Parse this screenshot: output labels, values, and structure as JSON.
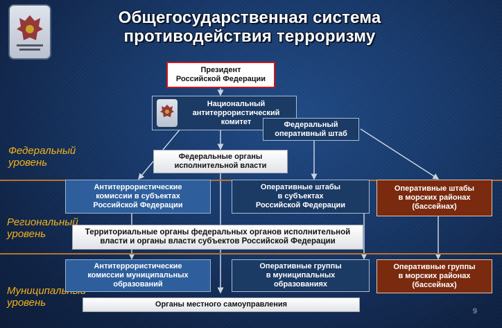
{
  "title": {
    "line1": "Общегосударственная система",
    "line2": "противодействия терроризму"
  },
  "levels": {
    "federal": [
      "Федеральный",
      "уровень"
    ],
    "regional": [
      "Региональный",
      "уровень"
    ],
    "municipal": [
      "Муниципальный",
      "уровень"
    ]
  },
  "boxes": {
    "president": [
      "Президент",
      "Российской Федерации"
    ],
    "nak": [
      "Национальный",
      "антитеррористический",
      "комитет"
    ],
    "fos": [
      "Федеральный",
      "оперативный штаб"
    ],
    "foiv": [
      "Федеральные органы",
      "исполнительной власти"
    ],
    "atk_subjects": [
      "Антитеррористические",
      "комиссии в субъектах",
      "Российской Федерации"
    ],
    "os_subjects": [
      "Оперативные штабы",
      "в субъектах",
      "Российской Федерации"
    ],
    "os_sea": [
      "Оперативные штабы",
      "в морских районах",
      "(бассейнах)"
    ],
    "territorial": [
      "Территориальные органы федеральных органов исполнительной",
      "власти и органы власти субъектов Российской Федерации"
    ],
    "atk_municipal": [
      "Антитеррористические",
      "комиссии муниципальных",
      "образований"
    ],
    "og_municipal": [
      "Оперативные группы",
      "в муниципальных",
      "образованиях"
    ],
    "og_sea": [
      "Оперативные группы",
      "в морских районах",
      "(бассейнах)"
    ],
    "local": [
      "Органы местного самоуправления"
    ]
  },
  "page_number": "9",
  "colors": {
    "background": "#17386a",
    "level_text": "#f0b21a",
    "band": "#b8742e",
    "president_border": "#c8171c",
    "blue_box": "#2e5f9c",
    "dark_box": "#1b3a64",
    "brown_box": "#7a2a0f"
  },
  "icons": {
    "emblem": "double-headed-eagle-emblem"
  }
}
